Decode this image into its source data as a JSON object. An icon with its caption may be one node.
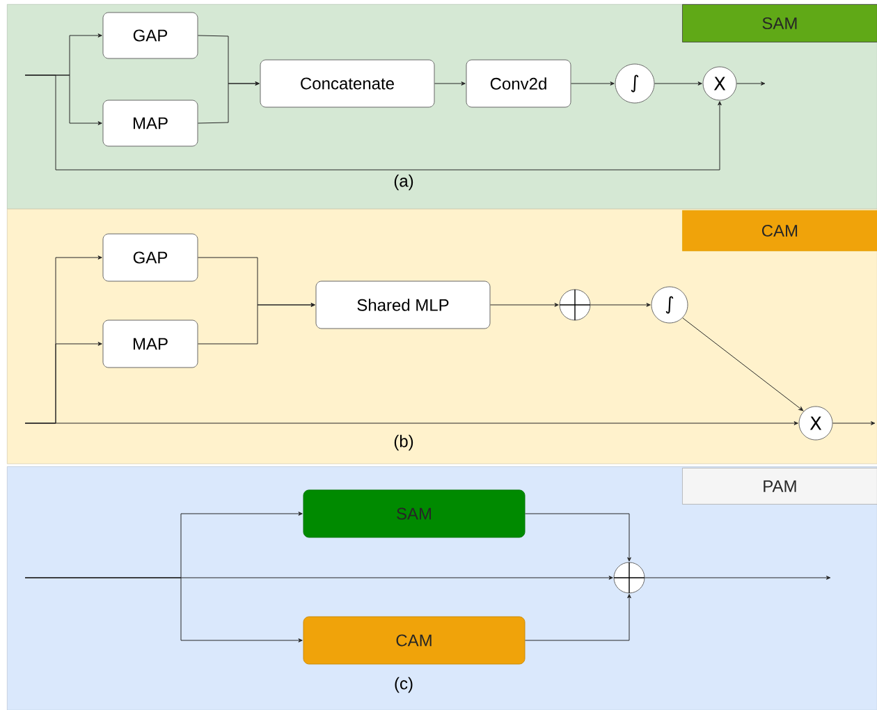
{
  "diagram": {
    "nodes": [
      {
        "text": [
          "(a)"
        ]
      },
      {
        "text": [
          "SAM"
        ],
        "in": 0
      },
      {
        "text": [
          "GAP"
        ],
        "in": 0
      },
      {
        "text": [
          "MAP"
        ],
        "in": 0
      },
      {
        "text": [
          "Concatenate"
        ],
        "in": 0
      },
      {
        "text": [
          "Conv2d"
        ],
        "in": 0
      },
      {
        "text": [
          "∫"
        ],
        "in": 0
      },
      {
        "text": [
          "X"
        ],
        "in": 0
      },
      {
        "text": [
          "(b)"
        ]
      },
      {
        "text": [
          "CAM"
        ],
        "in": 8
      },
      {
        "text": [
          "GAP"
        ],
        "in": 8
      },
      {
        "text": [
          "MAP"
        ],
        "in": 8
      },
      {
        "text": [
          "Shared MLP"
        ],
        "in": 8
      },
      {
        "text": [],
        "shape": "circle",
        "in": 8
      },
      {
        "text": [
          "∫"
        ],
        "in": 8
      },
      {
        "text": [
          "X"
        ],
        "in": 8
      },
      {
        "text": [
          "(c)"
        ]
      },
      {
        "text": [
          "PAM"
        ],
        "in": 16
      },
      {
        "text": [
          "SAM"
        ],
        "in": 16
      },
      {
        "text": [
          "CAM"
        ],
        "in": 16
      },
      {
        "text": [],
        "shape": "circle",
        "in": 16
      }
    ],
    "edges": [
      {
        "from": null,
        "to": 2,
        "arrow": "to"
      },
      {
        "from": null,
        "to": 3,
        "arrow": "to"
      },
      {
        "from": null,
        "to": 7,
        "arrow": "to"
      },
      {
        "from": 2,
        "to": 4,
        "arrow": "to"
      },
      {
        "from": 3,
        "to": 4,
        "arrow": "to"
      },
      {
        "from": 4,
        "to": 5,
        "arrow": "to"
      },
      {
        "from": 5,
        "to": 6,
        "arrow": "to"
      },
      {
        "from": 6,
        "to": 7,
        "arrow": "to"
      },
      {
        "from": 7,
        "to": null,
        "arrow": "to"
      },
      {
        "from": null,
        "to": 10,
        "arrow": "to"
      },
      {
        "from": null,
        "to": 11,
        "arrow": "to"
      },
      {
        "from": null,
        "to": 15,
        "arrow": "to"
      },
      {
        "from": 10,
        "to": 12,
        "arrow": "to"
      },
      {
        "from": 11,
        "to": 12,
        "arrow": "to"
      },
      {
        "from": 12,
        "to": 13,
        "arrow": "to"
      },
      {
        "from": 13,
        "to": 14,
        "arrow": "to"
      },
      {
        "from": 14,
        "to": 15,
        "arrow": "to"
      },
      {
        "from": 15,
        "to": null,
        "arrow": "to"
      },
      {
        "from": null,
        "to": 18,
        "arrow": "to"
      },
      {
        "from": null,
        "to": 19,
        "arrow": "to"
      },
      {
        "from": null,
        "to": 20,
        "arrow": "to"
      },
      {
        "from": 18,
        "to": 20,
        "arrow": "to"
      },
      {
        "from": 19,
        "to": 20,
        "arrow": "to"
      },
      {
        "from": 20,
        "to": null,
        "arrow": "to"
      }
    ]
  }
}
